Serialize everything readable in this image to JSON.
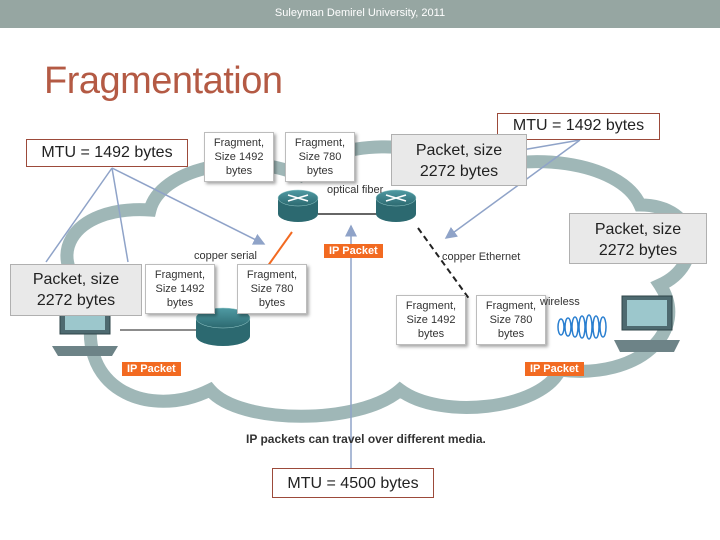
{
  "header": {
    "text": "Suleyman Demirel University, 2011"
  },
  "slide": {
    "title": "Fragmentation"
  },
  "labels": {
    "mtu_left": "MTU = 1492 bytes",
    "mtu_right": "MTU = 1492 bytes",
    "mtu_bottom": "MTU = 4500 bytes",
    "packet_left": "Packet, size 2272 bytes",
    "packet_top": "Packet, size 2272 bytes",
    "packet_right": "Packet, size 2272 bytes",
    "frag_1492": "Fragment, Size 1492 bytes",
    "frag_780": "Fragment, Size 780 bytes"
  },
  "media": {
    "optical_fiber": "optical fiber",
    "copper_serial": "copper serial",
    "copper_ethernet": "copper Ethernet",
    "wireless": "wireless"
  },
  "ip_packet_label": "IP Packet",
  "caption": "IP packets can travel over different media.",
  "colors": {
    "title": "#b45a44",
    "topbar": "#96a6a2",
    "ip_tag": "#f26a21",
    "cloud": "#9fb7b7",
    "router": "#3a7f88",
    "arrow": "#8fa3c8"
  }
}
